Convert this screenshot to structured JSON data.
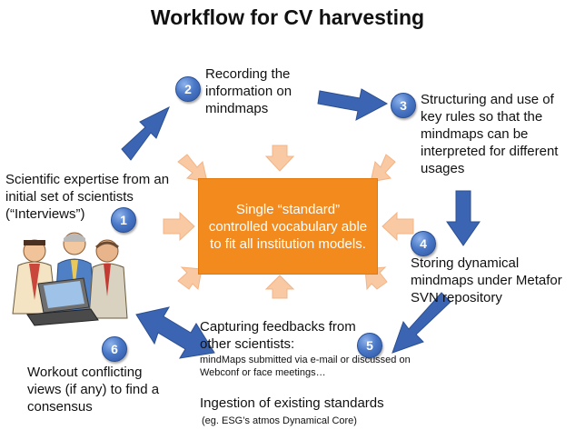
{
  "title": "Workflow for CV harvesting",
  "center": "Single “standard” controlled vocabulary able to fit all institution models.",
  "steps": [
    {
      "num": "1",
      "text": "Scientific expertise from an initial set of scientists (“Interviews”)"
    },
    {
      "num": "2",
      "text": "Recording the information on mindmaps"
    },
    {
      "num": "3",
      "text": "Structuring and use of key rules so that the mindmaps can be interpreted for different usages"
    },
    {
      "num": "4",
      "text": "Storing  dynamical mindmaps under Metafor SVN repository"
    },
    {
      "num": "5",
      "text": "Capturing feedbacks from other scientists:",
      "sub": "mindMaps submitted via e-mail or discussed on Webconf or face meetings…"
    },
    {
      "num": "6",
      "text": "Workout conflicting views (if any) to find a consensus"
    }
  ],
  "ingestion": {
    "text": "Ingestion of existing standards",
    "sub": "(eg. ESG’s atmos Dynamical Core)"
  },
  "colors": {
    "arrow_blue": "#3b65b3",
    "center_orange": "#f28a1d",
    "arrow_peach": "#f9c9a3",
    "badge_blue": "#4a78c7"
  }
}
